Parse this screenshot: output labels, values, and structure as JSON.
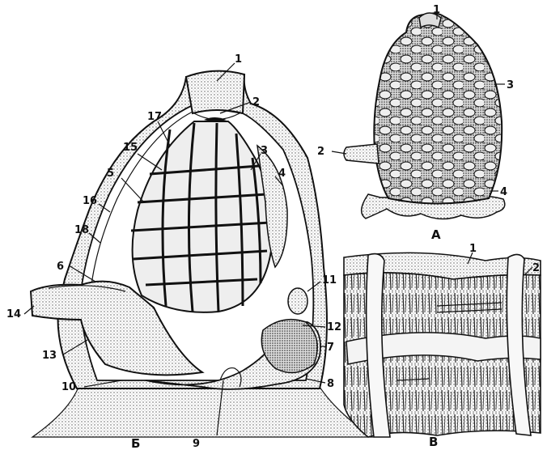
{
  "figures": {
    "a": {
      "caption": "А",
      "labels": [
        "1",
        "2",
        "3",
        "4"
      ]
    },
    "b": {
      "caption": "Б",
      "labels": [
        "1",
        "2",
        "3",
        "4",
        "5",
        "6",
        "7",
        "8",
        "9",
        "10",
        "11",
        "12",
        "13",
        "14",
        "15",
        "16",
        "17",
        "18"
      ]
    },
    "c": {
      "caption": "В",
      "labels": [
        "1",
        "2"
      ]
    }
  },
  "colors": {
    "ink": "#111111",
    "stipple": "#b9b9b9",
    "paper": "#ffffff"
  }
}
